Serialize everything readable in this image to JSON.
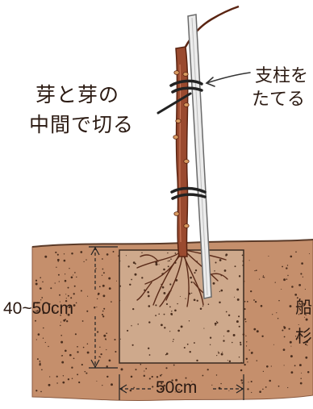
{
  "labels": {
    "cut_line1": "芽と芽の",
    "cut_line2": "中間で切る",
    "stake_line1": "支柱を",
    "stake_line2": "たてる",
    "depth": "40~50cm",
    "width": "50cm",
    "side_line1": "船",
    "side_line2": "杉"
  },
  "colors": {
    "soil": "#c58f6c",
    "soil_dark": "#b47c58",
    "pit": "#c9a486",
    "trunk": "#9a4a2f",
    "trunk_dark": "#6e2f1c",
    "stake": "#e8e8e8",
    "stake_edge": "#7a7a7a",
    "tie": "#222222",
    "text": "#2b1a12"
  }
}
